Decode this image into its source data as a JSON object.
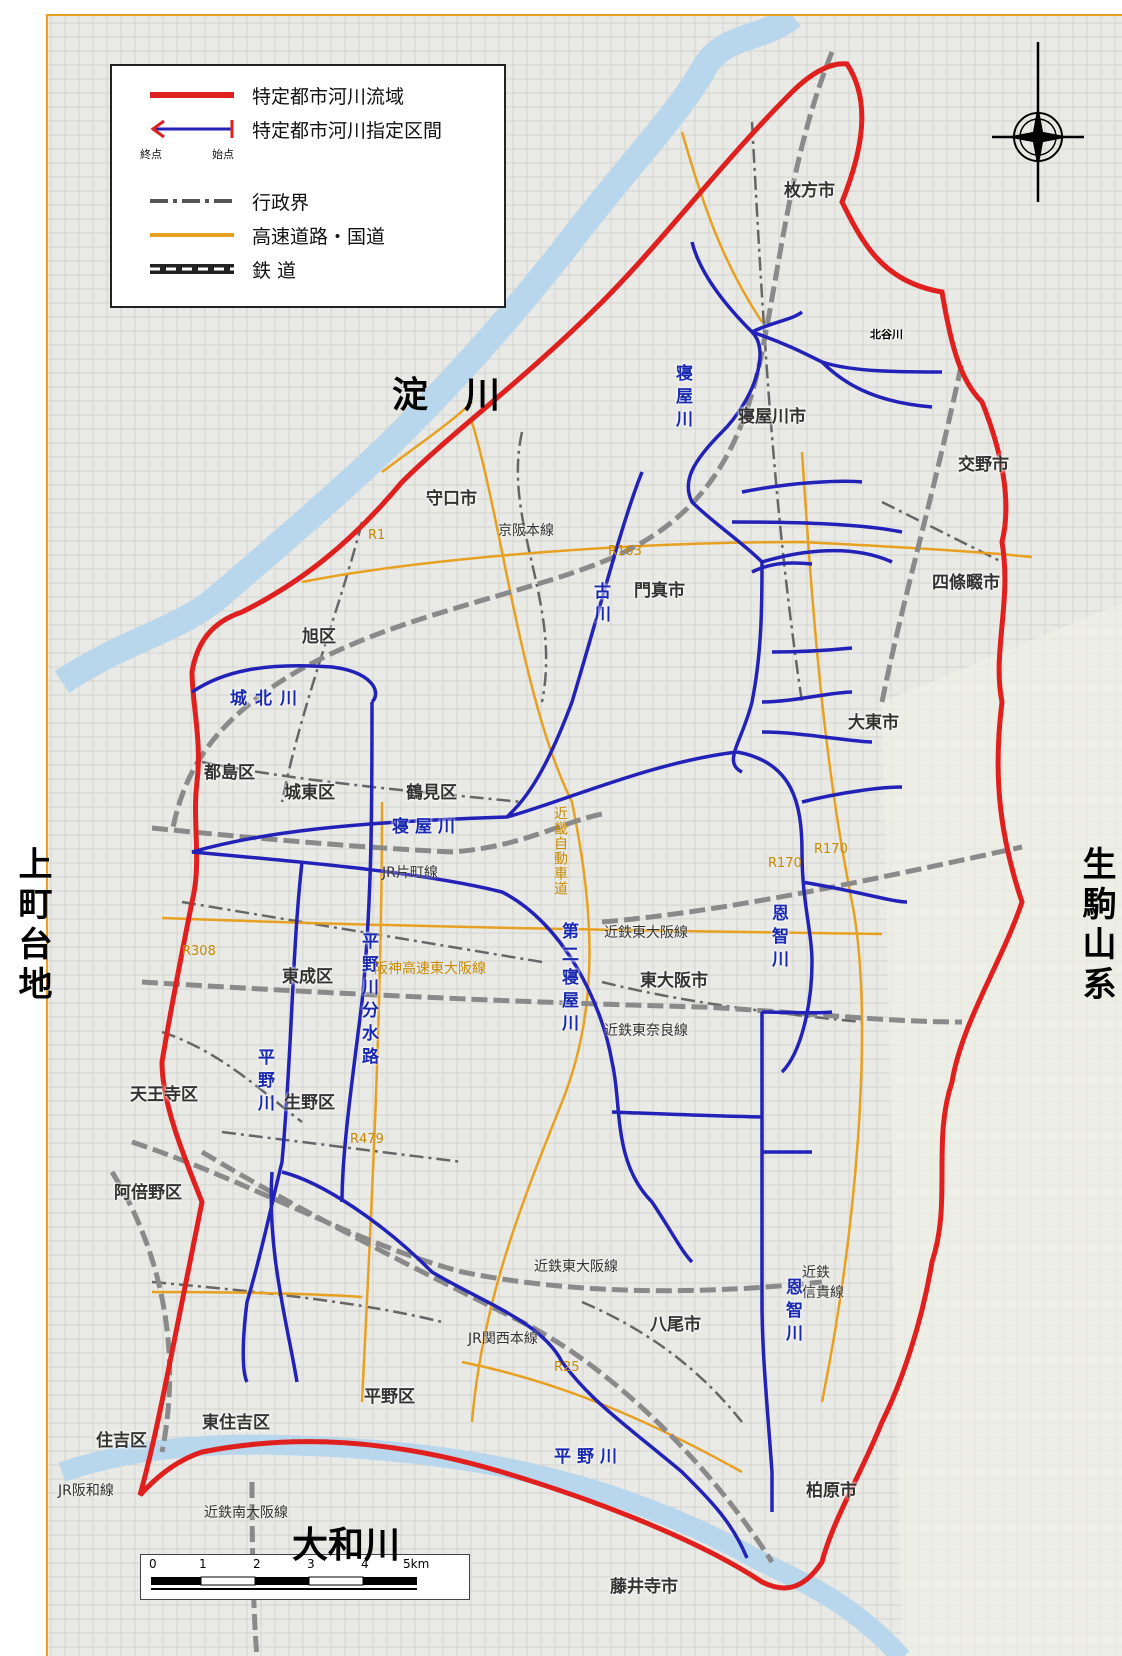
{
  "side_labels": {
    "top_river": "淀　川",
    "bottom_river": "大和川",
    "left": "上町台地",
    "right": "生駒山系"
  },
  "legend": {
    "basin": "特定都市河川流域",
    "section": "特定都市河川指定区間",
    "end_point": "終点",
    "start_point": "始点",
    "admin_boundary": "行政界",
    "highway": "高速道路・国道",
    "railway": "鉄 道"
  },
  "colors": {
    "basin": "#e0201e",
    "river": "#2222b8",
    "highway": "#e8a020",
    "admin": "#555555",
    "railway": "#888888"
  },
  "places": {
    "hirakata": "枚方市",
    "neyagawa": "寝屋川市",
    "katano": "交野市",
    "moriguchi": "守口市",
    "kadoma": "門真市",
    "shijonawate": "四條畷市",
    "asahi": "旭区",
    "daito": "大東市",
    "miyakojima": "都島区",
    "joto": "城東区",
    "tsurumi": "鶴見区",
    "higashinari": "東成区",
    "higashiosaka": "東大阪市",
    "tennoji": "天王寺区",
    "ikuno": "生野区",
    "abeno": "阿倍野区",
    "yao": "八尾市",
    "higashisumiyoshi": "東住吉区",
    "hirano": "平野区",
    "sumiyoshi": "住吉区",
    "kashiwara": "柏原市",
    "fujiidera": "藤井寺市"
  },
  "rivers": {
    "neyagawa_upper": "寝屋川",
    "kitaya": "北谷川",
    "furukawa": "古川",
    "johoku": "城北川",
    "neyagawa_mid": "寝屋川",
    "dai2neyagawa": "第二寝屋川",
    "onji_north": "恩智川",
    "hirano_bunsuiro": "平野川分水路",
    "hiranogawa_west": "平野川",
    "onji_south": "恩智川",
    "hiranogawa_south": "平野川"
  },
  "roads": {
    "r1": "R1",
    "r163": "R163",
    "r170a": "R170",
    "r170b": "R170",
    "r308": "R308",
    "r479": "R479",
    "r25": "R25",
    "kinki": "近畿自動車道",
    "hanshin": "阪神高速東大阪線"
  },
  "rails": {
    "keihan": "京阪本線",
    "jr_katamachi": "JR片町線",
    "kintetsu_higashiosaka": "近鉄東大阪線",
    "kintetsu_nara": "近鉄東奈良線",
    "kintetsu_osaka": "近鉄東大阪線",
    "kintetsu_shigi": "近鉄\n信貴線",
    "jr_kansai": "JR関西本線",
    "jr_hanwa": "JR阪和線",
    "kintetsu_minamiosaka": "近鉄南大阪線"
  },
  "scale": {
    "ticks": [
      "0",
      "1",
      "2",
      "3",
      "4",
      "5km"
    ]
  }
}
